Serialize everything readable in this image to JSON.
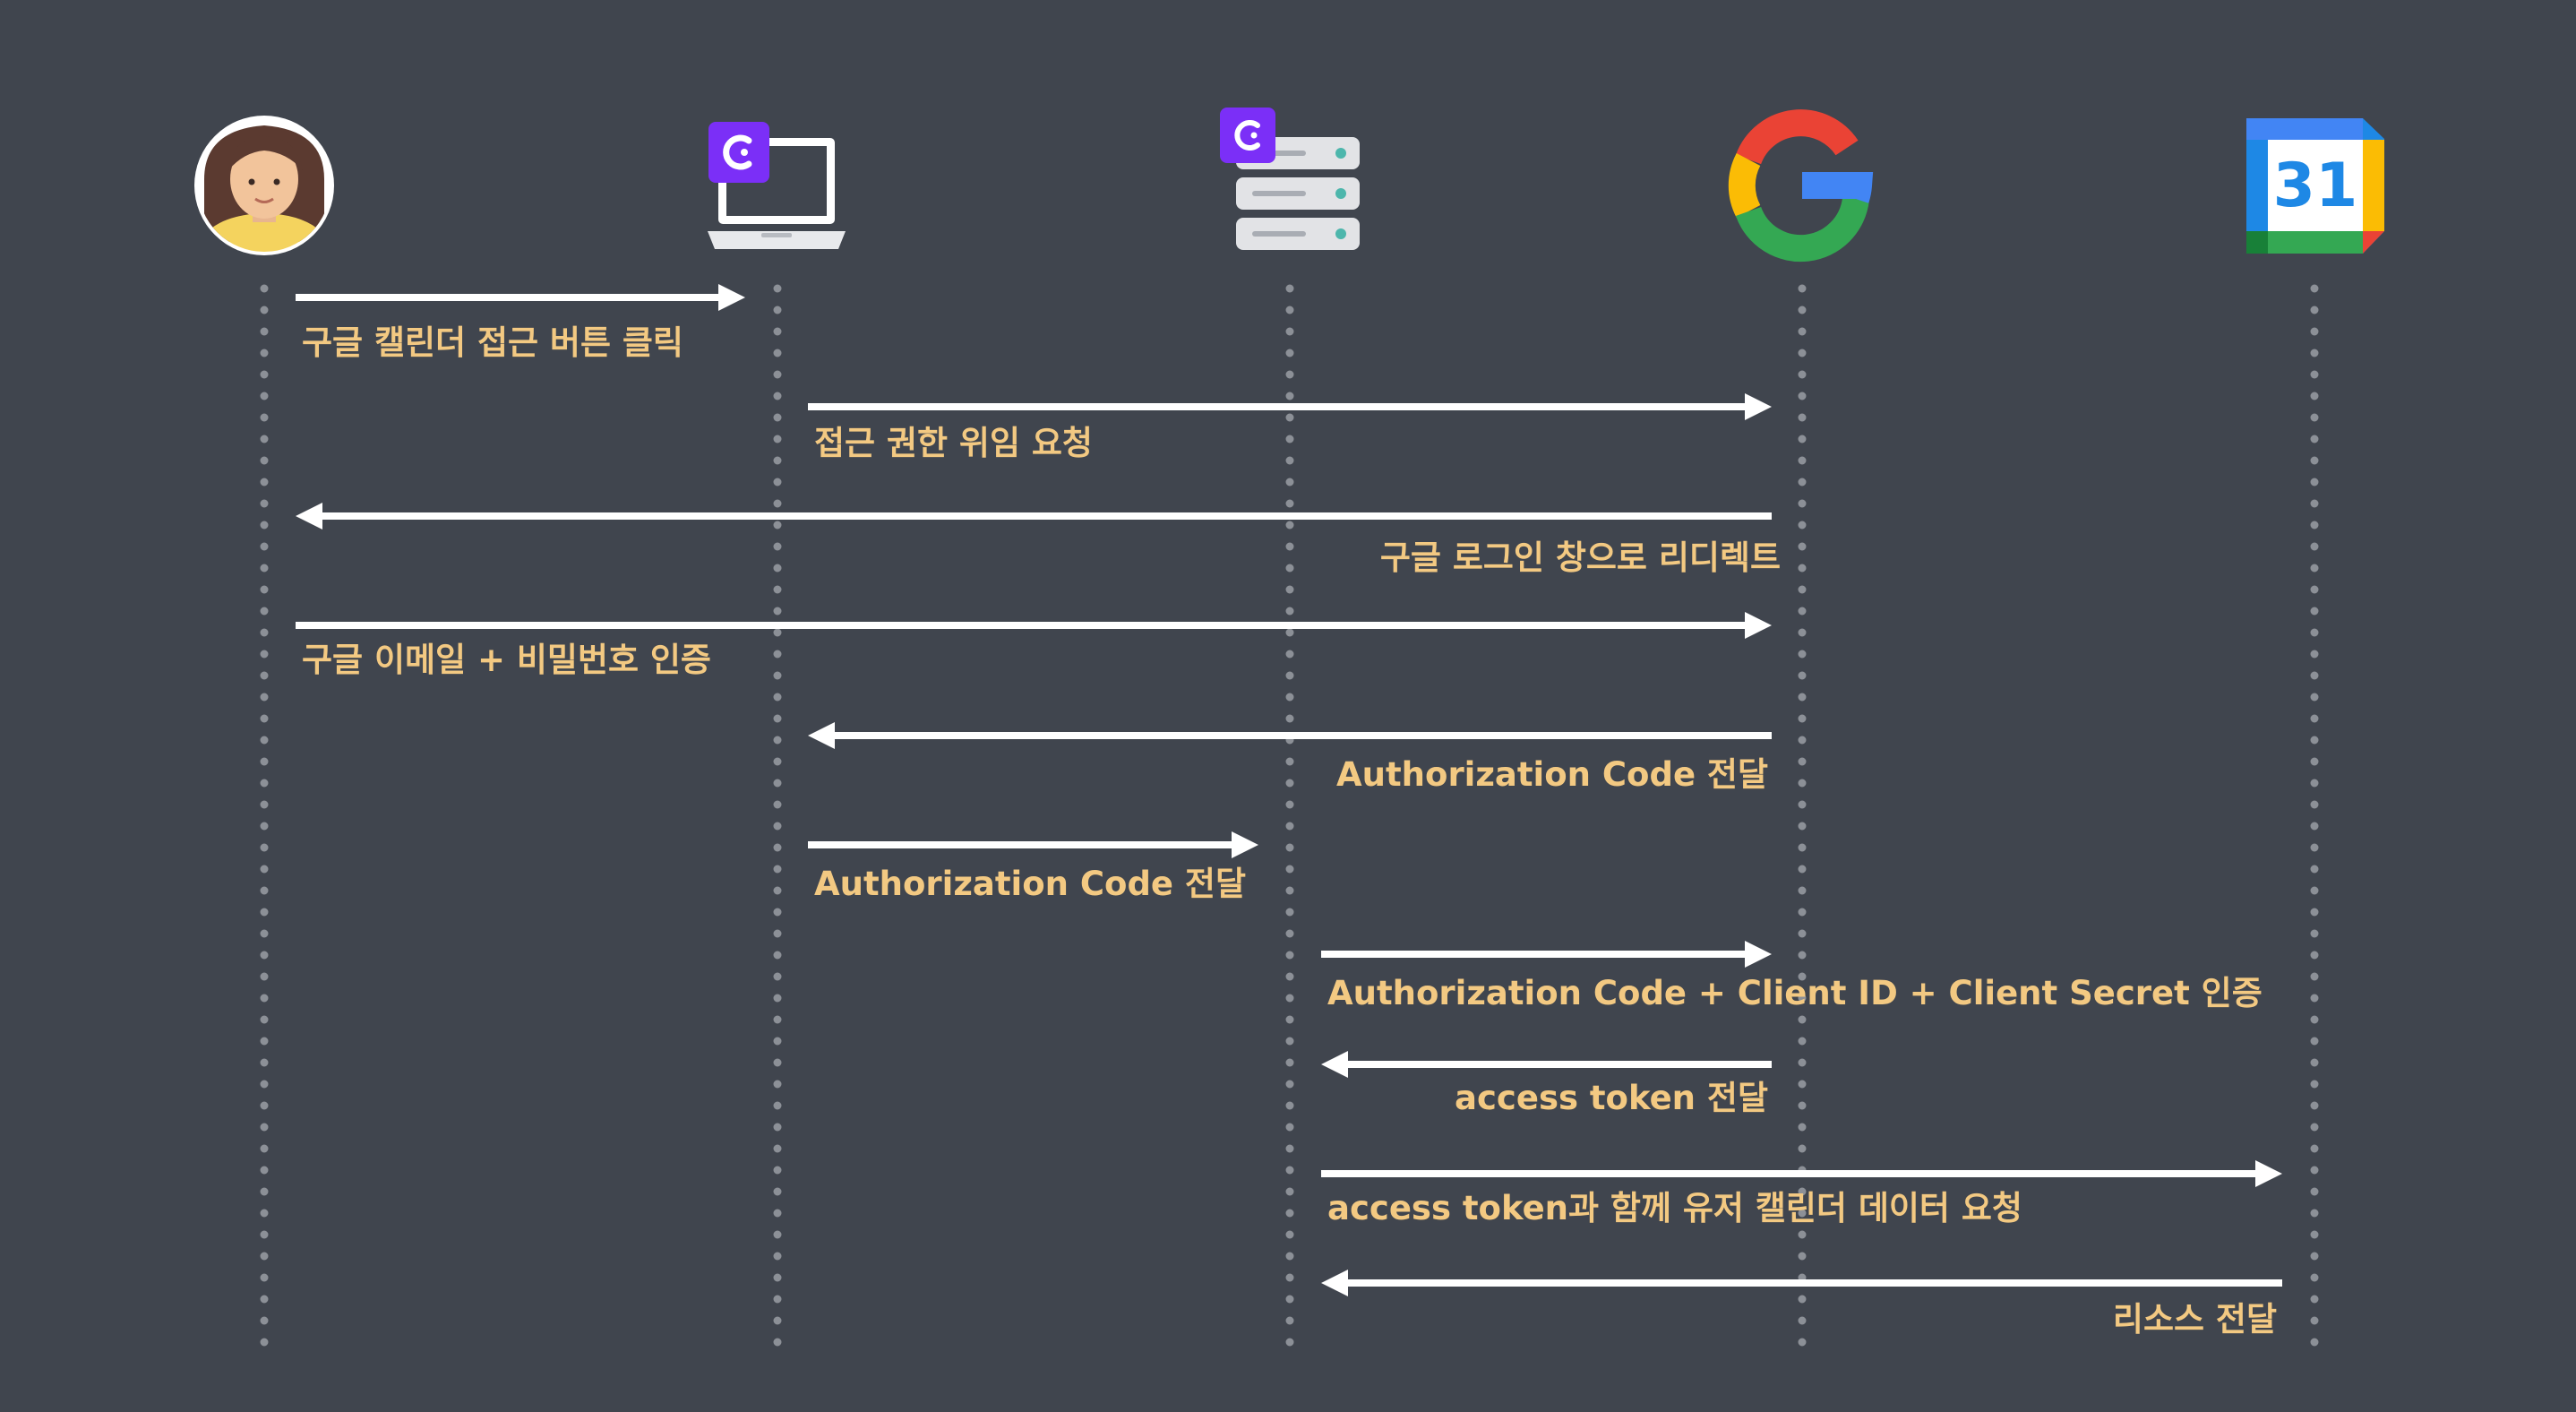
{
  "messages": [
    {
      "label": "구글 캘린더 접근 버튼 클릭"
    },
    {
      "label": "접근 권한 위임 요청"
    },
    {
      "label": "구글 로그인 창으로 리디렉트"
    },
    {
      "label": "구글 이메일 + 비밀번호 인증"
    },
    {
      "label": "Authorization Code 전달"
    },
    {
      "label": "Authorization Code 전달"
    },
    {
      "label": "Authorization Code + Client ID + Client Secret 인증"
    },
    {
      "label": "access token 전달"
    },
    {
      "label": "access token과 함께 유저 캘린더 데이터 요청"
    },
    {
      "label": "리소스 전달"
    }
  ],
  "calendar_icon": {
    "day": "31"
  },
  "colors": {
    "background": "#40454e",
    "arrow": "#ffffff",
    "label": "#f3c982",
    "lifeline_dots": "#8c9097",
    "app_badge": "#7b2ff7"
  }
}
